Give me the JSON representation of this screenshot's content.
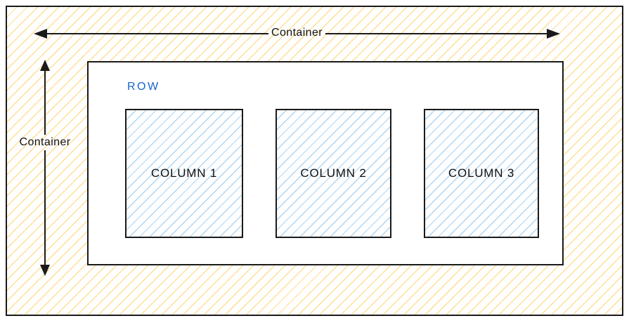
{
  "diagram": {
    "container": {
      "horizontal_label": "Container",
      "vertical_label": "Container"
    },
    "row": {
      "label": "ROW"
    },
    "columns": [
      {
        "label": "COLUMN 1"
      },
      {
        "label": "COLUMN 2"
      },
      {
        "label": "COLUMN 3"
      }
    ],
    "colors": {
      "container_hatch_line": "#ffdf94",
      "column_hatch_line": "#aed5f3",
      "border_color": "#1a1a1a",
      "arrow_color": "#1a1a1a",
      "row_label_color": "#1665cf",
      "text_color": "#111111"
    }
  }
}
